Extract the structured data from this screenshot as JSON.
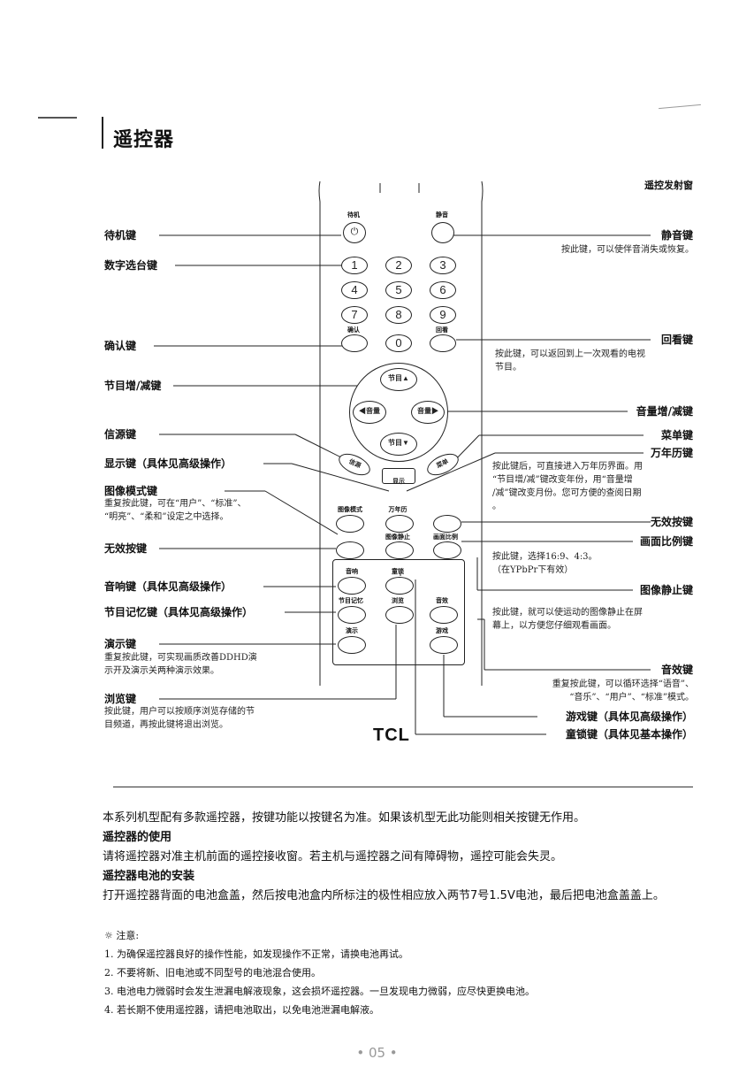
{
  "page": {
    "title": "遥控器",
    "page_number": "• 05 •"
  },
  "remote": {
    "window_label": "遥控发射窗",
    "brand": "TCL",
    "keys": {
      "standby": "待机",
      "mute": "静音",
      "d1": "1",
      "d2": "2",
      "d3": "3",
      "d4": "4",
      "d5": "5",
      "d6": "6",
      "d7": "7",
      "d8": "8",
      "d9": "9",
      "confirm": "确认",
      "d0": "0",
      "recall": "回看",
      "ch_up": "节目▲",
      "ch_down": "节目▼",
      "vol_down": "◀音量",
      "vol_up": "音量▶",
      "source": "信源",
      "display": "显示",
      "menu": "菜单",
      "picture_mode": "图像模式",
      "calendar": "万年历",
      "freeze": "图像静止",
      "aspect": "画面比例",
      "soundtrack": "音响",
      "lock": "童锁",
      "ch_memory": "节目记忆",
      "browse": "浏览",
      "sound_effect": "音效",
      "demo": "演示",
      "game": "游戏"
    }
  },
  "callouts": {
    "standby": "待机键",
    "digits": "数字选台键",
    "confirm": "确认键",
    "channel": "节目增/减键",
    "source": "信源键",
    "display": "显示键（具体见高级操作）",
    "picture_mode": "图像模式键",
    "picture_mode_note": [
      "重复按此键，可在“用户”、“标准”、",
      "“明亮”、“柔和”设定之中选择。"
    ],
    "invalid_left": "无效按键",
    "soundtrack": "音响键（具体见高级操作）",
    "ch_memory": "节目记忆键（具体见高级操作）",
    "demo": "演示键",
    "demo_note": [
      "重复按此键，可实现画质改善DDHD演",
      "示开及演示关两种演示效果。"
    ],
    "browse": "浏览键",
    "browse_note": [
      "按此键，用户可以按顺序浏览存储的节",
      "目频道，再按此键将退出浏览。"
    ],
    "mute": "静音键",
    "mute_note": "按此键，可以使伴音消失或恢复。",
    "recall": "回看键",
    "recall_note": [
      "按此键，可以返回到上一次观看的电视",
      "节目。"
    ],
    "volume": "音量增/减键",
    "menu": "菜单键",
    "calendar": "万年历键",
    "calendar_note": [
      "按此键后，可直接进入万年历界面。用",
      "“节目增/减”键改变年份，用“音量增",
      "/减”键改变月份。您可方便的查阅日期",
      "。"
    ],
    "invalid_right": "无效按键",
    "aspect": "画面比例键",
    "aspect_note": [
      "按此键，选择16:9、4:3。",
      "（在YPbPr下有效）"
    ],
    "freeze": "图像静止键",
    "freeze_note": [
      "按此键，就可以使运动的图像静止在屏",
      "幕上，以方便您仔细观看画面。"
    ],
    "sound_effect": "音效键",
    "sound_effect_note": [
      "重复按此键，可以循环选择“语音”、",
      "“音乐”、“用户”、“标准”模式。"
    ],
    "game": "游戏键（具体见高级操作）",
    "lock": "童锁键（具体见基本操作）"
  },
  "body": {
    "intro": "本系列机型配有多款遥控器，按键功能以按键名为准。如果该机型无此功能则相关按键无作用。",
    "usage_title": "遥控器的使用",
    "usage_text": "请将遥控器对准主机前面的遥控接收窗。若主机与遥控器之间有障碍物，遥控可能会失灵。",
    "battery_title": "遥控器电池的安装",
    "battery_text": "打开遥控器背面的电池盒盖，然后按电池盒内所标注的极性相应放入两节7号1.5V电池，最后把电池盒盖盖上。"
  },
  "notes": {
    "heading": "注意:",
    "items": [
      "1. 为确保遥控器良好的操作性能，如发现操作不正常，请换电池再试。",
      "2. 不要将新、旧电池或不同型号的电池混合使用。",
      "3. 电池电力微弱时会发生泄漏电解液现象，这会损坏遥控器。一旦发现电力微弱，应尽快更换电池。",
      "4. 若长期不使用遥控器，请把电池取出，以免电池泄漏电解液。"
    ]
  }
}
